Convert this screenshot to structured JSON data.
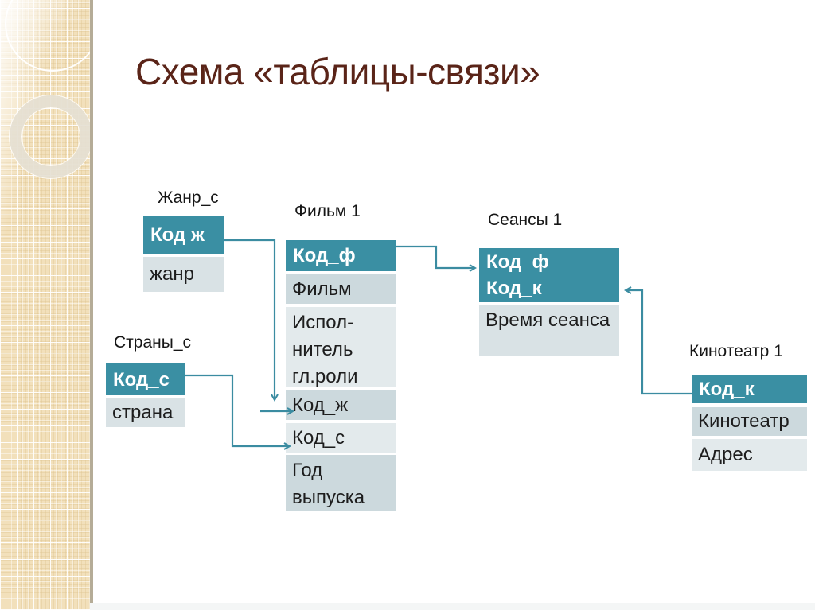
{
  "slide": {
    "title": "Схема «таблицы-связи»"
  },
  "tables": [
    {
      "id": "zhanr",
      "label": "Жанр_с",
      "header": "Код ж",
      "rows": [
        "жанр"
      ]
    },
    {
      "id": "strany",
      "label": "Страны_с",
      "header": "Код_с",
      "rows": [
        "страна"
      ]
    },
    {
      "id": "film",
      "label": "Фильм 1",
      "header": "Код_ф",
      "rows": [
        "Фильм",
        "Испол-\nнитель\nгл.роли",
        "Код_ж",
        "Код_с",
        "Год\nвыпуска"
      ]
    },
    {
      "id": "seansy",
      "label": "Сеансы 1",
      "header": "Код_ф\nКод_к",
      "rows": [
        "Время сеанса"
      ]
    },
    {
      "id": "kinoteatr",
      "label": "Кинотеатр 1",
      "header": "Код_к",
      "rows": [
        "Кинотеатр",
        "Адрес"
      ]
    }
  ],
  "connectors": [
    {
      "from": "Жанр_с.Код ж",
      "to": "Фильм 1.Код_ж",
      "direction": "down"
    },
    {
      "from": "Жанр_с.Код ж",
      "to": "Фильм 1.Код_ж",
      "direction": "right"
    },
    {
      "from": "Страны_с.Код_с",
      "to": "Фильм 1.Код_с",
      "direction": "right"
    },
    {
      "from": "Фильм 1.Код_ф",
      "to": "Сеансы 1.Код_ф",
      "direction": "right"
    },
    {
      "from": "Кинотеатр 1.Код_к",
      "to": "Сеансы 1.Код_к",
      "direction": "left"
    }
  ],
  "colors": {
    "header_teal": "#3a8fa3",
    "row_dark": "#ccd9dd",
    "row_light": "#e3eaec",
    "row_medium": "#d9e2e5",
    "connector": "#3b8ca1",
    "title_brown": "#5a2418",
    "sidebar_beige": "#f2e0bb"
  }
}
